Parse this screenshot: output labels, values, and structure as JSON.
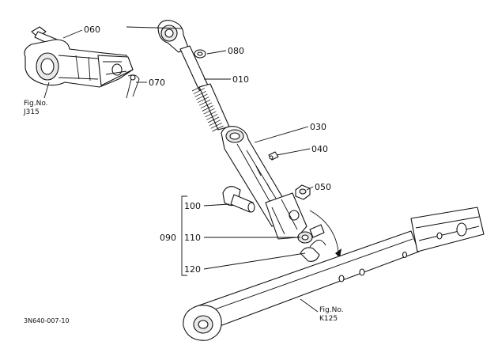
{
  "diagram": {
    "callouts": [
      {
        "id": "c060",
        "label": "060"
      },
      {
        "id": "c080",
        "label": "080"
      },
      {
        "id": "c070",
        "label": "070"
      },
      {
        "id": "c010",
        "label": "010"
      },
      {
        "id": "c030",
        "label": "030"
      },
      {
        "id": "c040",
        "label": "040"
      },
      {
        "id": "c050",
        "label": "050"
      },
      {
        "id": "c100",
        "label": "100"
      },
      {
        "id": "c090",
        "label": "090"
      },
      {
        "id": "c110",
        "label": "110"
      },
      {
        "id": "c120",
        "label": "120"
      }
    ],
    "figure_refs": [
      {
        "id": "j315",
        "line1": "Fig.No.",
        "line2": "J315"
      },
      {
        "id": "k125",
        "line1": "Fig.No.",
        "line2": "K125"
      }
    ],
    "drawing_code": "3N640-007-10"
  }
}
